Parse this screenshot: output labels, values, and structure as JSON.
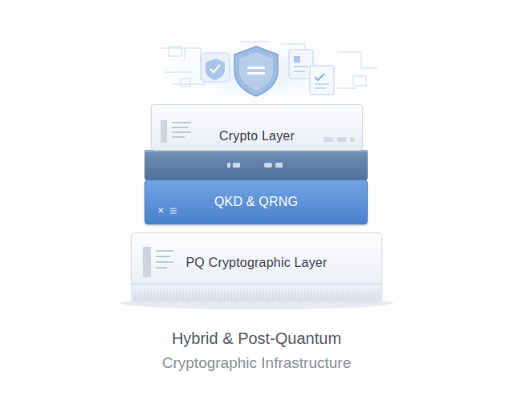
{
  "diagram": {
    "title": "Hybrid & Post-Quantum",
    "caption": "Cryptographic Infrastructure",
    "nodes": [
      {
        "text": [
          "Crypto Layer"
        ]
      },
      {
        "text": [
          "QKD & QRNG"
        ]
      },
      {
        "text": [
          "PQ Cryptographic Layer"
        ]
      }
    ]
  }
}
